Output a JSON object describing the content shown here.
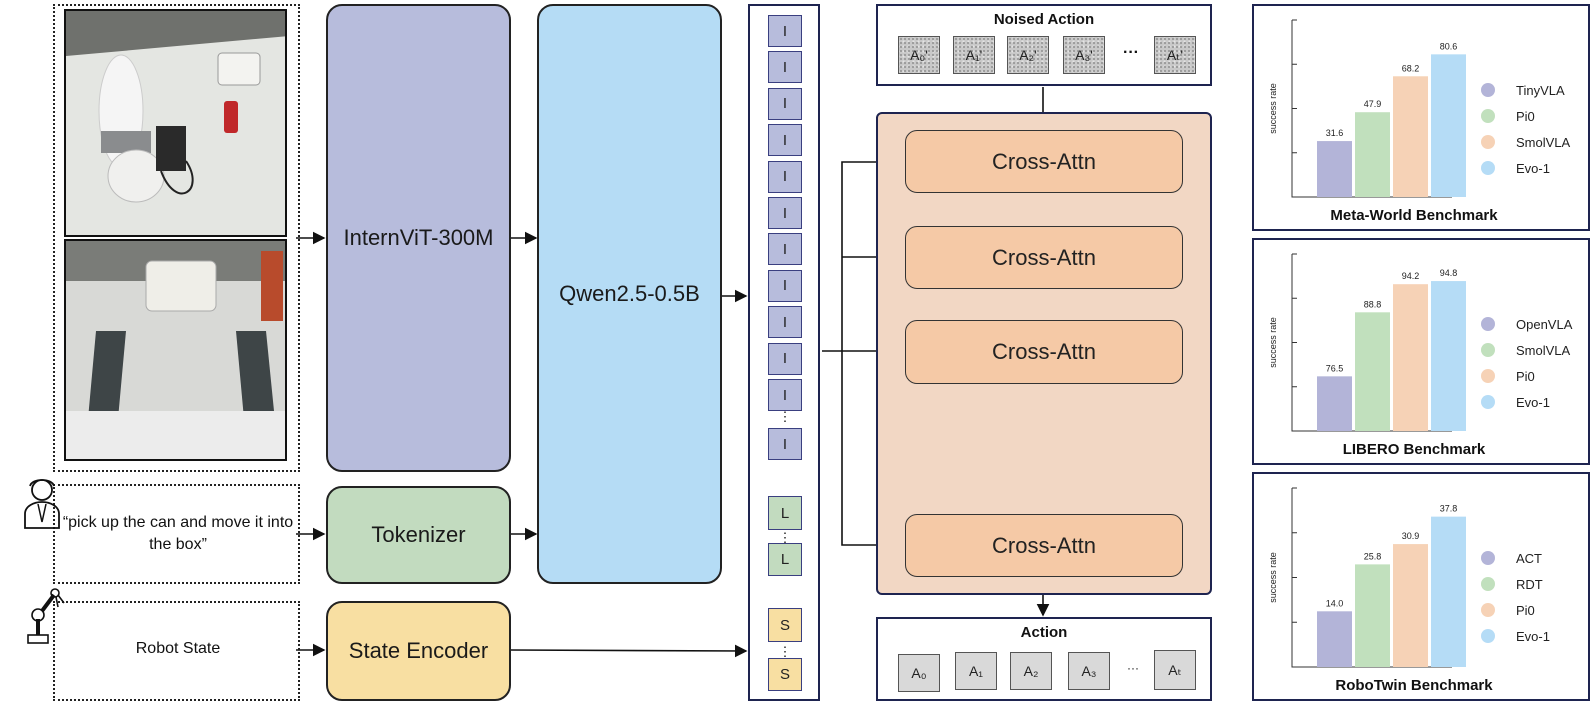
{
  "inputs": {
    "instruction": "“pick up the can and move it into the box”",
    "robot_state": "Robot State"
  },
  "modules": {
    "vision": "InternViT-300M",
    "tokenizer": "Tokenizer",
    "state_encoder": "State Encoder",
    "llm": "Qwen2.5-0.5B"
  },
  "tokens": {
    "image": "I",
    "language": "L",
    "state": "S",
    "ellipsis": "⋮"
  },
  "noised_action": {
    "title": "Noised Action",
    "items": [
      "A₀'",
      "A₁'",
      "A₂'",
      "A₃'",
      "Aₜ'"
    ],
    "ellipsis": "···"
  },
  "cross_attn": {
    "label": "Cross-Attn"
  },
  "action": {
    "title": "Action",
    "items": [
      "A₀",
      "A₁",
      "A₂",
      "A₃",
      "Aₜ"
    ],
    "ellipsis": "···"
  },
  "colors": {
    "vision": "#b7bcdc",
    "tokenizer": "#c2dbbf",
    "state": "#f8dfa2",
    "llm": "#b5dcf5",
    "cross_bg": "#f2d7c4",
    "cross_block": "#f5c9a6",
    "token_i": "#b7bcdc",
    "token_l": "#c2dbbf",
    "token_s": "#f8dfa2"
  },
  "chart_data": [
    {
      "type": "bar",
      "title": "Meta-World Benchmark",
      "ylabel": "success rate",
      "series": [
        {
          "name": "TinyVLA",
          "value": 31.6,
          "color": "#b3b4d8"
        },
        {
          "name": "Pi0",
          "value": 47.9,
          "color": "#c1e0bd"
        },
        {
          "name": "SmolVLA",
          "value": 68.2,
          "color": "#f6d2b6"
        },
        {
          "name": "Evo-1",
          "value": 80.6,
          "color": "#b5dcf6"
        }
      ],
      "ylim": [
        0,
        100
      ]
    },
    {
      "type": "bar",
      "title": "LIBERO Benchmark",
      "ylabel": "success rate",
      "series": [
        {
          "name": "OpenVLA",
          "value": 76.5,
          "color": "#b3b4d8"
        },
        {
          "name": "SmolVLA",
          "value": 88.8,
          "color": "#c1e0bd"
        },
        {
          "name": "Pi0",
          "value": 94.2,
          "color": "#f6d2b6"
        },
        {
          "name": "Evo-1",
          "value": 94.8,
          "color": "#b5dcf6"
        }
      ],
      "ylim": [
        66,
        100
      ]
    },
    {
      "type": "bar",
      "title": "RoboTwin Benchmark",
      "ylabel": "success rate",
      "series": [
        {
          "name": "ACT",
          "value": 14.0,
          "color": "#b3b4d8"
        },
        {
          "name": "RDT",
          "value": 25.8,
          "color": "#c1e0bd"
        },
        {
          "name": "Pi0",
          "value": 30.9,
          "color": "#f6d2b6"
        },
        {
          "name": "Evo-1",
          "value": 37.8,
          "color": "#b5dcf6"
        }
      ],
      "ylim": [
        0,
        45
      ]
    }
  ]
}
